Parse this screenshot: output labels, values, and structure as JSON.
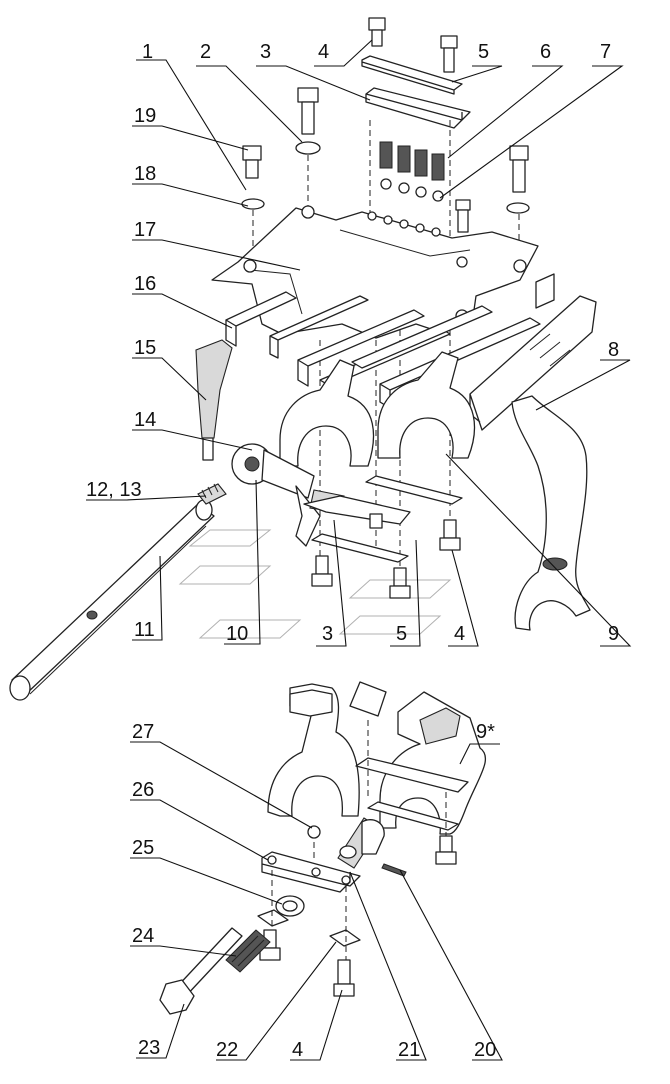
{
  "callouts": {
    "c1": "1",
    "c2": "2",
    "c3a": "3",
    "c4a": "4",
    "c5a": "5",
    "c6": "6",
    "c7": "7",
    "c8": "8",
    "c9a": "9",
    "c10": "10",
    "c11": "11",
    "c1213": "12, 13",
    "c14": "14",
    "c15": "15",
    "c16": "16",
    "c17": "17",
    "c18": "18",
    "c19": "19",
    "c3b": "3",
    "c5b": "5",
    "c4b": "4",
    "c9star": "9*",
    "c20": "20",
    "c21": "21",
    "c4c": "4",
    "c22": "22",
    "c23": "23",
    "c24": "24",
    "c25": "25",
    "c26": "26",
    "c27": "27"
  }
}
